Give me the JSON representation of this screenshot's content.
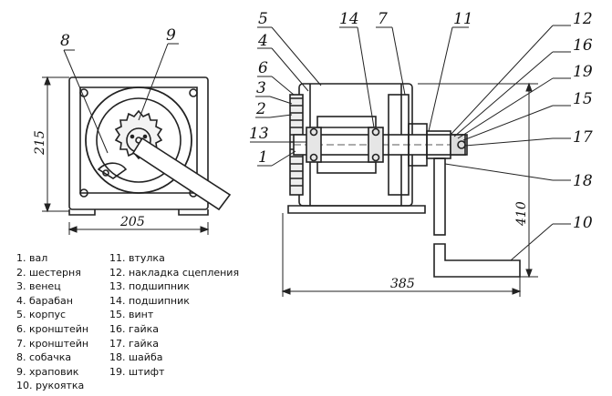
{
  "callouts": {
    "c1": "1",
    "c2": "2",
    "c3": "3",
    "c4": "4",
    "c5": "5",
    "c6": "6",
    "c7": "7",
    "c8": "8",
    "c9": "9",
    "c10": "10",
    "c11": "11",
    "c12": "12",
    "c13": "13",
    "c14": "14",
    "c15": "15",
    "c16": "16",
    "c17": "17",
    "c18": "18",
    "c19": "19"
  },
  "dimensions": {
    "front_width": "205",
    "front_height": "215",
    "side_length": "385",
    "side_height": "410"
  },
  "legend_left": [
    "1. вал",
    "2. шестерня",
    "3. венец",
    "4. барабан",
    "5. корпус",
    "6. кронштейн",
    "7. кронштейн",
    "8. собачка",
    "9. храповик",
    "10. рукоятка"
  ],
  "legend_right": [
    "11. втулка",
    "12. накладка сцепления",
    "13. подшипник",
    "14. подшипник",
    "15. винт",
    "16. гайка",
    "17. гайка",
    "18. шайба",
    "19. штифт"
  ]
}
